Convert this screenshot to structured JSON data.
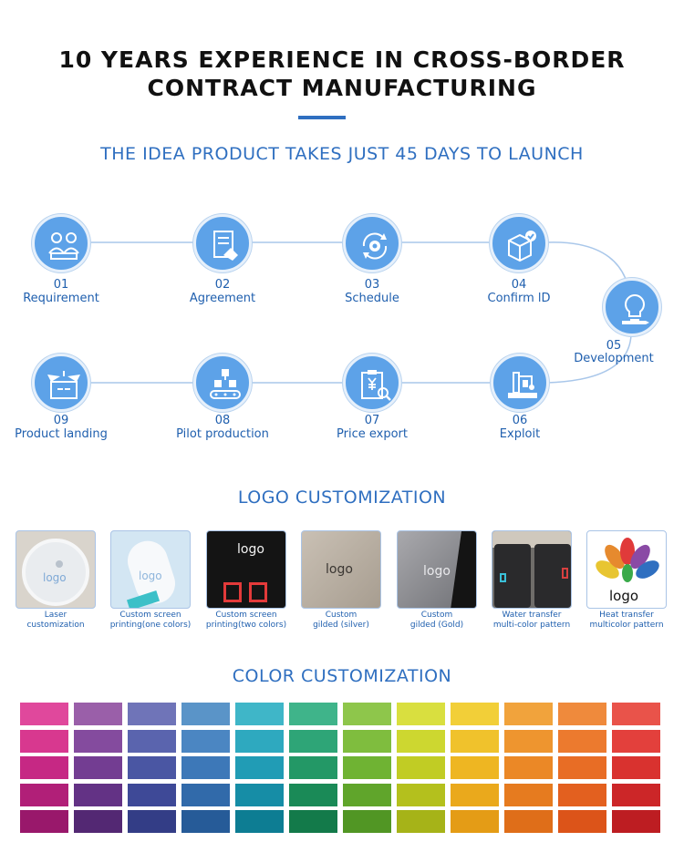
{
  "header": {
    "title_line1": "10 YEARS EXPERIENCE IN CROSS-BORDER",
    "title_line2": "CONTRACT MANUFACTURING",
    "accent_color": "#2f6fc0"
  },
  "process": {
    "title": "THE IDEA PRODUCT TAKES JUST 45 DAYS TO LAUNCH",
    "circle_color": "#5da2e8",
    "steps": [
      {
        "num": "01",
        "label": "Requirement",
        "icon": "team-meeting-icon"
      },
      {
        "num": "02",
        "label": "Agreement",
        "icon": "handshake-contract-icon"
      },
      {
        "num": "03",
        "label": "Schedule",
        "icon": "gear-cycle-icon"
      },
      {
        "num": "04",
        "label": "Confirm lD",
        "icon": "box-check-icon"
      },
      {
        "num": "05",
        "label": "Development",
        "icon": "lightbulb-pencil-icon"
      },
      {
        "num": "06",
        "label": "Exploit",
        "icon": "machine-icon"
      },
      {
        "num": "07",
        "label": "Price export",
        "icon": "price-clipboard-icon"
      },
      {
        "num": "08",
        "label": "Pilot production",
        "icon": "conveyor-icon"
      },
      {
        "num": "09",
        "label": "Product landing",
        "icon": "open-box-icon"
      }
    ]
  },
  "logo_customization": {
    "title": "LOGO CUSTOMIZATION",
    "items": [
      {
        "caption_line1": "Laser",
        "caption_line2": "customization",
        "logo_text": "logo"
      },
      {
        "caption_line1": "Custom screen",
        "caption_line2": "printing(one colors)",
        "logo_text": "logo"
      },
      {
        "caption_line1": "Custom screen",
        "caption_line2": "printing(two colors)",
        "logo_text": "logo"
      },
      {
        "caption_line1": "Custom",
        "caption_line2": "gilded (silver)",
        "logo_text": "logo"
      },
      {
        "caption_line1": "Custom",
        "caption_line2": "gilded (Gold)",
        "logo_text": "logo"
      },
      {
        "caption_line1": "Water transfer",
        "caption_line2": "multi-color pattern",
        "logo_text": ""
      },
      {
        "caption_line1": "Heat transfer",
        "caption_line2": "multicolor pattern",
        "logo_text": "logo"
      }
    ]
  },
  "color_customization": {
    "title": "COLOR CUSTOMIZATION",
    "rows": [
      [
        "#e0489c",
        "#9a5fa9",
        "#6f74b8",
        "#5a94c8",
        "#3fb6c8",
        "#3fb48a",
        "#8ec64b",
        "#d9df3f",
        "#f2cf38",
        "#f1a33c",
        "#ef8a3c",
        "#e9534a"
      ],
      [
        "#d8388f",
        "#844b9e",
        "#5a64ae",
        "#4b86c2",
        "#2ea9bf",
        "#2ea577",
        "#7fbd3e",
        "#cdd730",
        "#f0c22c",
        "#ee952f",
        "#ec7a2e",
        "#e3403c"
      ],
      [
        "#c62884",
        "#733d92",
        "#4a56a3",
        "#3d78b8",
        "#219cb5",
        "#239866",
        "#6fb333",
        "#c1cc24",
        "#eeb622",
        "#eb8826",
        "#e86d25",
        "#d9322f"
      ],
      [
        "#b11f78",
        "#633285",
        "#3e4997",
        "#316aaa",
        "#168da6",
        "#1a8a57",
        "#60a52b",
        "#b4c01d",
        "#eaa91c",
        "#e67b1f",
        "#e3601f",
        "#cc2628"
      ],
      [
        "#99186b",
        "#532873",
        "#333d86",
        "#265b98",
        "#0d7d93",
        "#137a4a",
        "#519624",
        "#a6b318",
        "#e49c16",
        "#df6e19",
        "#dc5419",
        "#bd1d22"
      ]
    ]
  }
}
